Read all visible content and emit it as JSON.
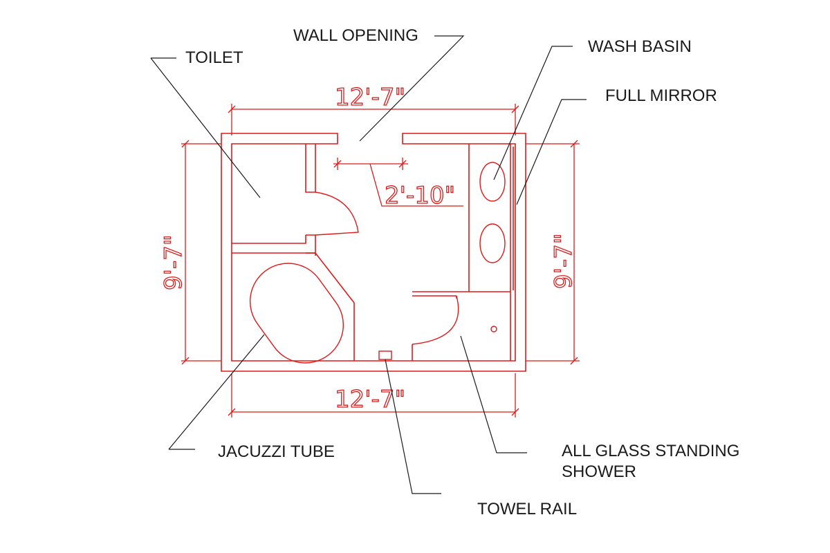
{
  "labels": {
    "toilet": "TOILET",
    "wall_opening": "WALL OPENING",
    "wash_basin": "WASH BASIN",
    "full_mirror": "FULL MIRROR",
    "jacuzzi": "JACUZZI TUBE",
    "shower_line1": "ALL GLASS STANDING",
    "shower_line2": "SHOWER",
    "towel_rail": "TOWEL RAIL"
  },
  "dimensions": {
    "top_width": "12'-7\"",
    "bottom_width": "12'-7\"",
    "left_height": "9'-7\"",
    "right_height": "9'-7\"",
    "opening_width": "2'-10\""
  },
  "colors": {
    "plan": "#e01818",
    "annotation": "#1a1a1a"
  }
}
